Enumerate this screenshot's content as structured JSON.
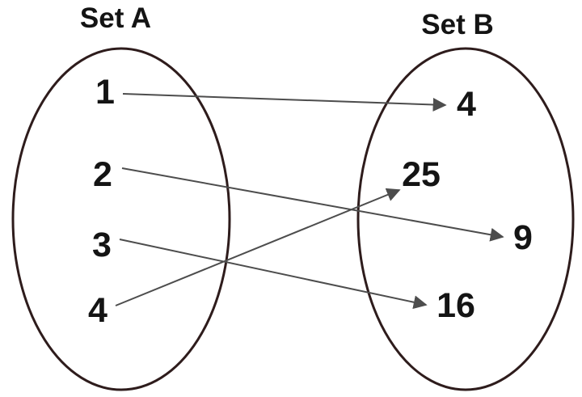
{
  "diagram": {
    "set_a": {
      "title": "Set A",
      "elements": [
        "1",
        "2",
        "3",
        "4"
      ]
    },
    "set_b": {
      "title": "Set B",
      "elements": [
        "4",
        "25",
        "9",
        "16"
      ]
    },
    "mappings": [
      {
        "from": "1",
        "to": "4"
      },
      {
        "from": "2",
        "to": "9"
      },
      {
        "from": "3",
        "to": "16"
      },
      {
        "from": "4",
        "to": "25"
      }
    ],
    "colors": {
      "background": "#ffffff",
      "ellipse_stroke": "#2e1c1c",
      "arrow": "#4d4d4d",
      "text": "#141414"
    }
  }
}
